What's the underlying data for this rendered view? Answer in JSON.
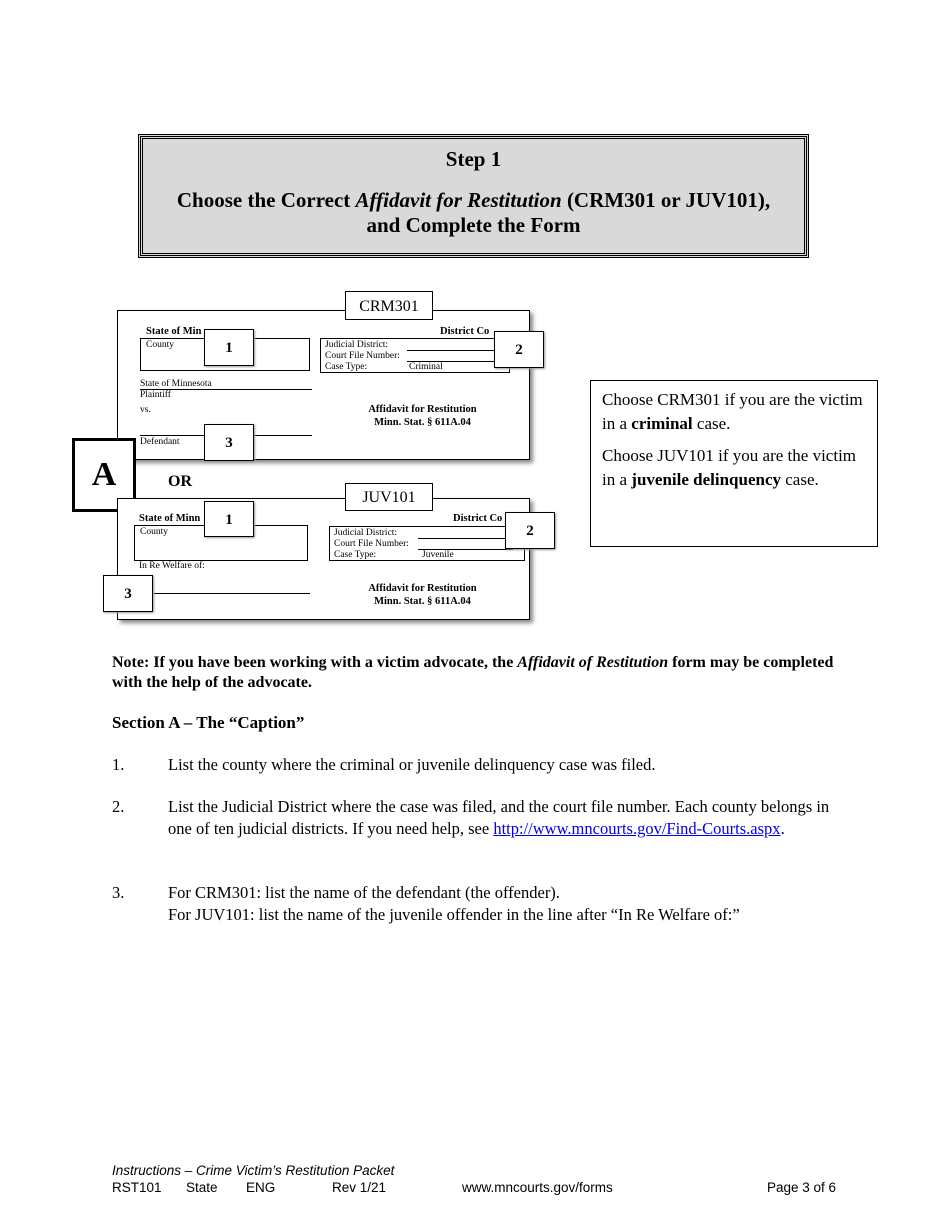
{
  "step": {
    "title": "Step 1",
    "line1_pre": "Choose the Correct ",
    "line1_em": "Affidavit for Restitution",
    "line1_post": " (CRM301 or JUV101),",
    "line2": "and Complete the Form"
  },
  "crm_form": {
    "tab_label": "CRM301",
    "state_of": "State of Min",
    "county": "County",
    "district_court": "District Co",
    "judicial_district": "Judicial District:",
    "court_file_number": "Court File Number:",
    "case_type": "Case Type:",
    "case_type_value": "Criminal",
    "plaintiff_name": "State of Minnesota",
    "plaintiff": "Plaintiff",
    "vs": "vs.",
    "defendant": "Defendant",
    "affidavit_title": "Affidavit for Restitution",
    "statute": "Minn. Stat. § 611A.04",
    "callout_1": "1",
    "callout_2": "2",
    "callout_3": "3"
  },
  "section_marker": "A",
  "or_label": "OR",
  "juv_form": {
    "tab_label": "JUV101",
    "state_of": "State of Minn",
    "county": "County",
    "district_court": "District Co",
    "judicial_district": "Judicial District:",
    "court_file_number": "Court File Number:",
    "case_type": "Case Type:",
    "case_type_value": "Juvenile",
    "in_re": "In Re Welfare of:",
    "affidavit_title": "Affidavit for Restitution",
    "statute": "Minn. Stat. § 611A.04",
    "callout_1": "1",
    "callout_2": "2",
    "callout_3": "3"
  },
  "choose_box": {
    "p1_pre": "Choose CRM301 if you are the victim in a ",
    "p1_b": "criminal",
    "p1_post": " case.",
    "p2_pre": "Choose JUV101 if you are the victim in a ",
    "p2_b": "juvenile delinquency",
    "p2_post": " case."
  },
  "note": {
    "pre": "Note:  If you have been working with a victim advocate, the ",
    "em": "Affidavit of Restitution",
    "post": " form may be completed with the help of the advocate."
  },
  "section_heading": "Section A – The “Caption”",
  "items": [
    {
      "num": "1.",
      "text": "List the county where the criminal or juvenile delinquency case was filed."
    },
    {
      "num": "2.",
      "text": "List the Judicial District where the case was filed, and the court file number.  Each county belongs in one of ten judicial districts.  If you need help, see ",
      "link": "http://www.mncourts.gov/Find-Courts.aspx",
      "after": "."
    },
    {
      "num": "3.",
      "line1": "For CRM301: list the name of the defendant (the offender).",
      "line2": "For JUV101: list the name of the juvenile offender in the line after “In Re Welfare of:”"
    }
  ],
  "footer": {
    "title": "Instructions – Crime Victim’s Restitution Packet",
    "code": "RST101",
    "state": "State",
    "lang": "ENG",
    "rev": "Rev 1/21",
    "website": "www.mncourts.gov/forms",
    "page": "Page 3 of 6"
  }
}
